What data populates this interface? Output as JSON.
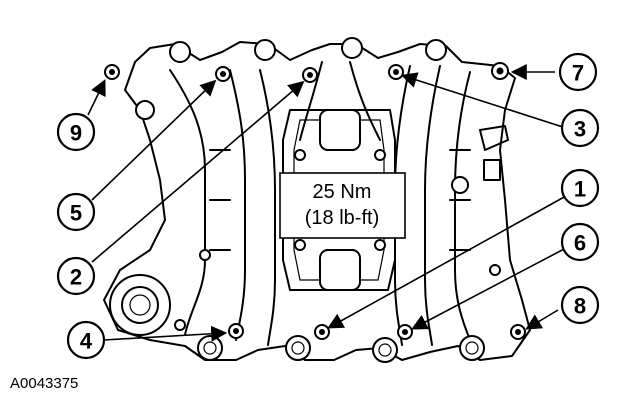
{
  "torque_spec": {
    "metric": "25 Nm",
    "imperial": "(18 lb-ft)"
  },
  "figure_id": "A0043375",
  "callouts": [
    {
      "label": "1"
    },
    {
      "label": "2"
    },
    {
      "label": "3"
    },
    {
      "label": "4"
    },
    {
      "label": "5"
    },
    {
      "label": "6"
    },
    {
      "label": "7"
    },
    {
      "label": "8"
    },
    {
      "label": "9"
    }
  ]
}
